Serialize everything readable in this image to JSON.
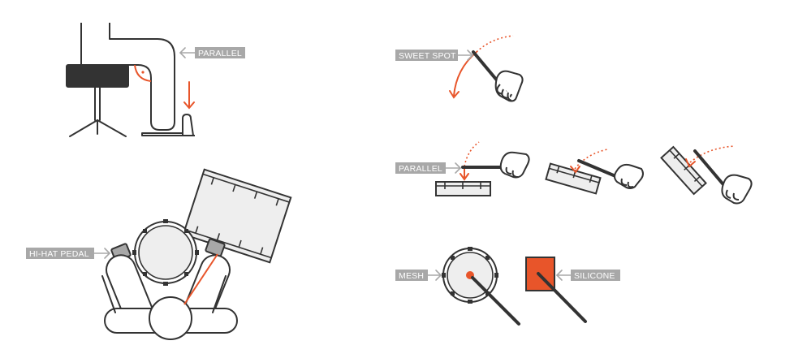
{
  "labels": {
    "parallel_top": "PARALLEL",
    "hihat_pedal": "HI-HAT PEDAL",
    "sweet_spot": "SWEET SPOT",
    "parallel_mid": "PARALLEL",
    "mesh": "MESH",
    "silicone": "SILICONE"
  },
  "colors": {
    "outline": "#333333",
    "accent": "#e8552a",
    "label_bg": "#a8a8a8",
    "label_text": "#ffffff",
    "drum_head": "#eeeeee",
    "seat": "#333333",
    "silicone_pad": "#e8552a"
  },
  "icons": [
    "arrow-left-icon",
    "stick-icon",
    "hand-icon",
    "drum-icon",
    "pedal-icon",
    "throne-icon"
  ]
}
